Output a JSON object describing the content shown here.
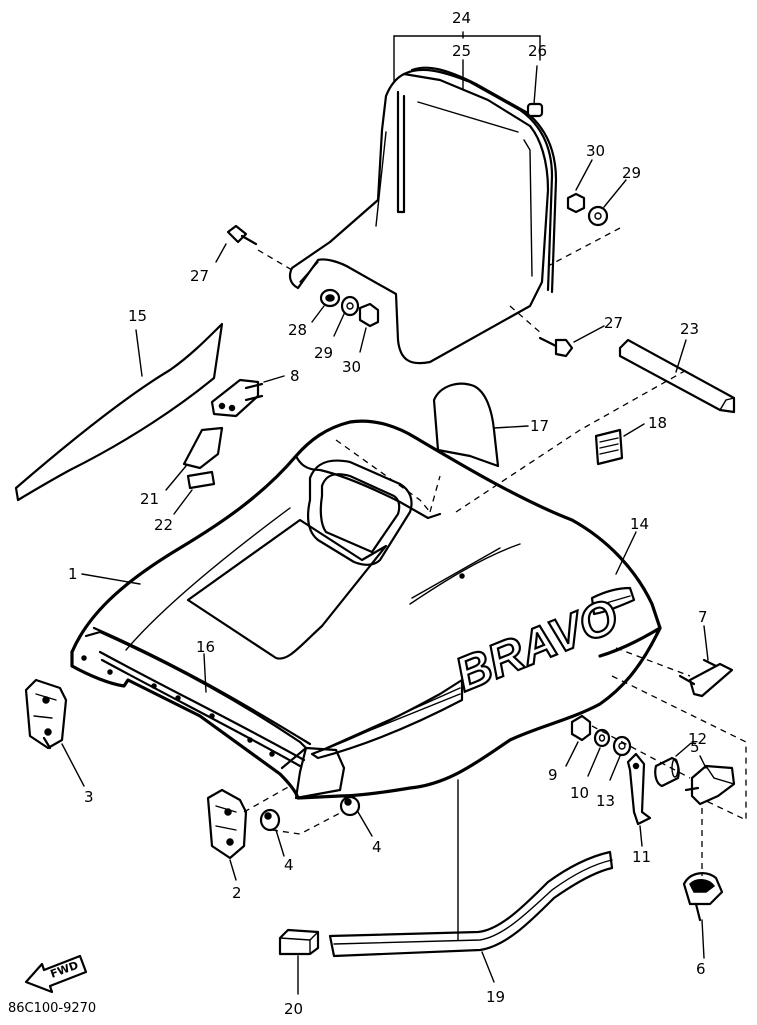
{
  "diagram": {
    "catalog_code": "86C100-9270",
    "badge_text": "BRAVO",
    "forward_marker": "FWD",
    "callouts": [
      "24",
      "25",
      "26",
      "30",
      "29",
      "27",
      "28",
      "29",
      "30",
      "27",
      "23",
      "15",
      "8",
      "17",
      "18",
      "21",
      "22",
      "14",
      "1",
      "16",
      "7",
      "3",
      "12",
      "5",
      "9",
      "10",
      "13",
      "11",
      "2",
      "4",
      "4",
      "6",
      "20",
      "19"
    ]
  }
}
